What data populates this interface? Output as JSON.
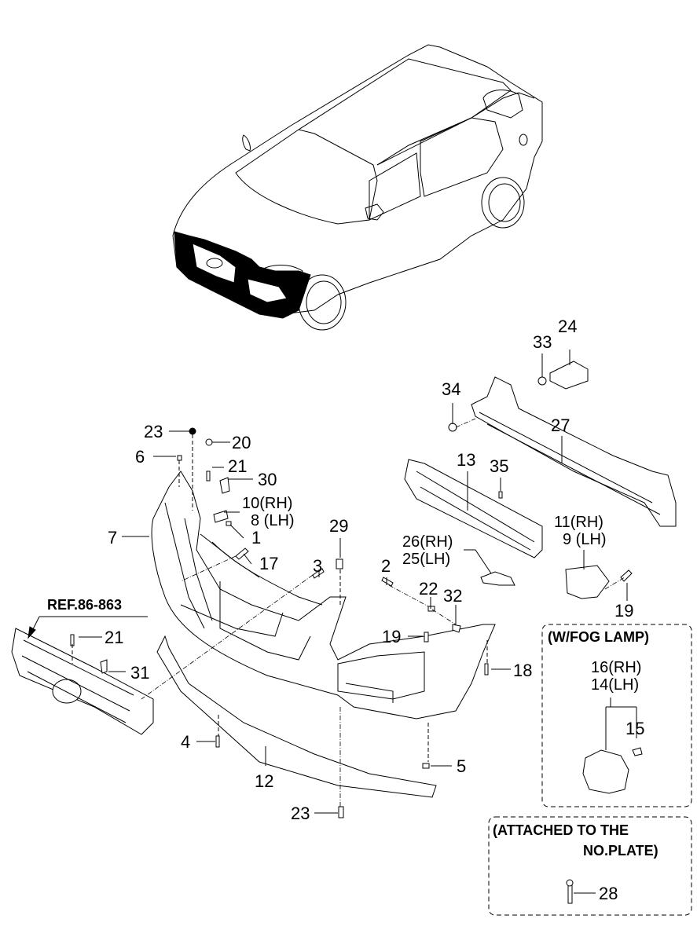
{
  "diagram": {
    "type": "exploded-parts-diagram",
    "subject": "Front bumper assembly",
    "reference_label": "REF.86-863",
    "callouts": [
      {
        "id": "c23a",
        "text": "23"
      },
      {
        "id": "c20",
        "text": "20"
      },
      {
        "id": "c6",
        "text": "6"
      },
      {
        "id": "c21a",
        "text": "21"
      },
      {
        "id": "c30",
        "text": "30"
      },
      {
        "id": "c10",
        "text": "10(RH)"
      },
      {
        "id": "c8",
        "text": "8 (LH)"
      },
      {
        "id": "c7",
        "text": "7"
      },
      {
        "id": "c1",
        "text": "1"
      },
      {
        "id": "c17",
        "text": "17"
      },
      {
        "id": "c29",
        "text": "29"
      },
      {
        "id": "c3",
        "text": "3"
      },
      {
        "id": "c2",
        "text": "2"
      },
      {
        "id": "c22",
        "text": "22"
      },
      {
        "id": "c32",
        "text": "32"
      },
      {
        "id": "c19a",
        "text": "19"
      },
      {
        "id": "c18",
        "text": "18"
      },
      {
        "id": "c21b",
        "text": "21"
      },
      {
        "id": "c31",
        "text": "31"
      },
      {
        "id": "c4",
        "text": "4"
      },
      {
        "id": "c12",
        "text": "12"
      },
      {
        "id": "c5",
        "text": "5"
      },
      {
        "id": "c23b",
        "text": "23"
      },
      {
        "id": "c33",
        "text": "33"
      },
      {
        "id": "c24",
        "text": "24"
      },
      {
        "id": "c34",
        "text": "34"
      },
      {
        "id": "c27",
        "text": "27"
      },
      {
        "id": "c13",
        "text": "13"
      },
      {
        "id": "c35",
        "text": "35"
      },
      {
        "id": "c26",
        "text": "26(RH)"
      },
      {
        "id": "c25",
        "text": "25(LH)"
      },
      {
        "id": "c11",
        "text": "11(RH)"
      },
      {
        "id": "c9",
        "text": "9 (LH)"
      },
      {
        "id": "c19b",
        "text": "19"
      },
      {
        "id": "c16",
        "text": "16(RH)"
      },
      {
        "id": "c14",
        "text": "14(LH)"
      },
      {
        "id": "c15",
        "text": "15"
      },
      {
        "id": "c28",
        "text": "28"
      }
    ],
    "fog_lamp_box": {
      "title": "(W/FOG LAMP)"
    },
    "plate_box": {
      "line1": "(ATTACHED TO THE",
      "line2": "NO.PLATE)"
    }
  }
}
